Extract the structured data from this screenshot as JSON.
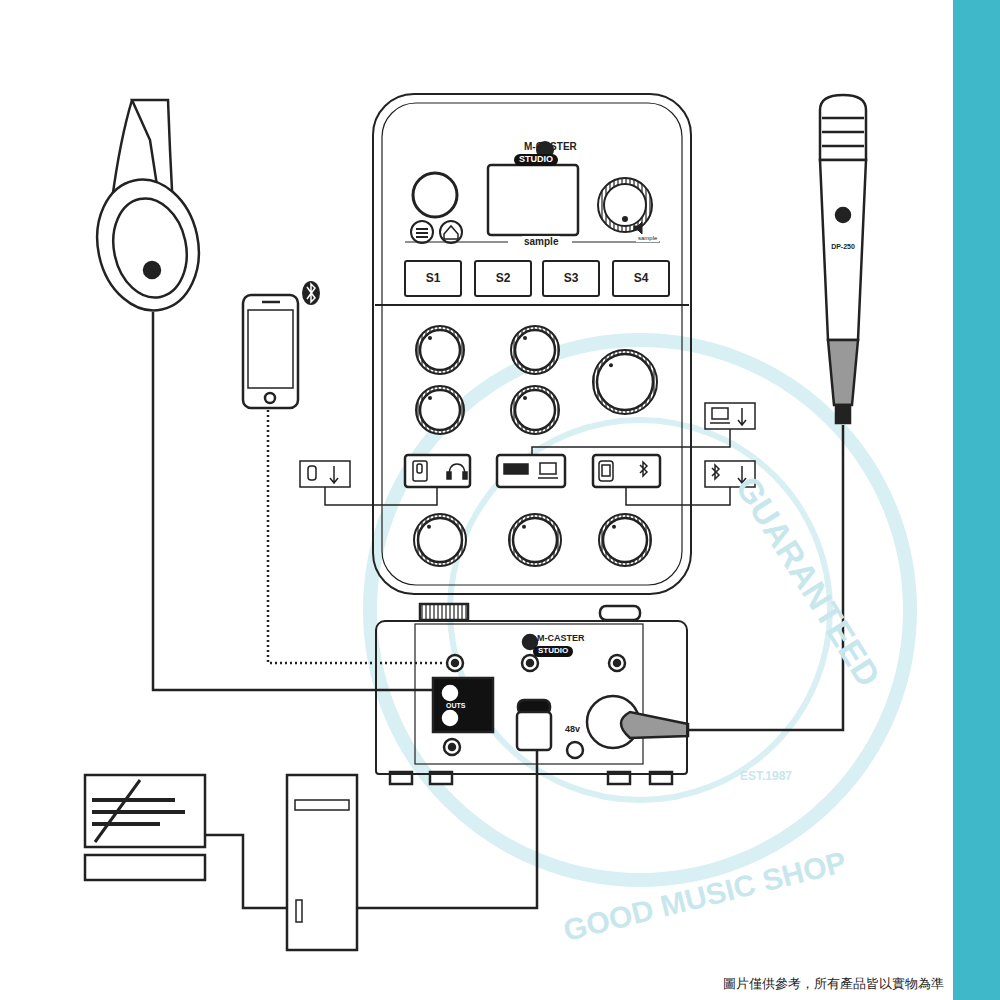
{
  "diagram": {
    "caption": "圖片僅供參考，所有產品皆以實物為準",
    "nodes": [
      {
        "text": [
          "M-CASTER",
          "STUDIO"
        ]
      },
      {
        "text": [
          "S1"
        ],
        "in": 0
      },
      {
        "text": [
          "S2"
        ],
        "in": 0
      },
      {
        "text": [
          "S3"
        ],
        "in": 0
      },
      {
        "text": [
          "S4"
        ],
        "in": 0
      },
      {
        "text": [
          "M-CASTER",
          "STUDIO",
          "OUTS",
          "48v"
        ]
      },
      {
        "text": [
          "DP-250"
        ]
      }
    ],
    "edges": [
      {
        "from": 6,
        "to": 5,
        "arrow": "none"
      }
    ],
    "labels": [
      "sample",
      "sample",
      "GUARANTEED",
      "GOOD MUSIC SHOP",
      "EST.1987"
    ]
  }
}
